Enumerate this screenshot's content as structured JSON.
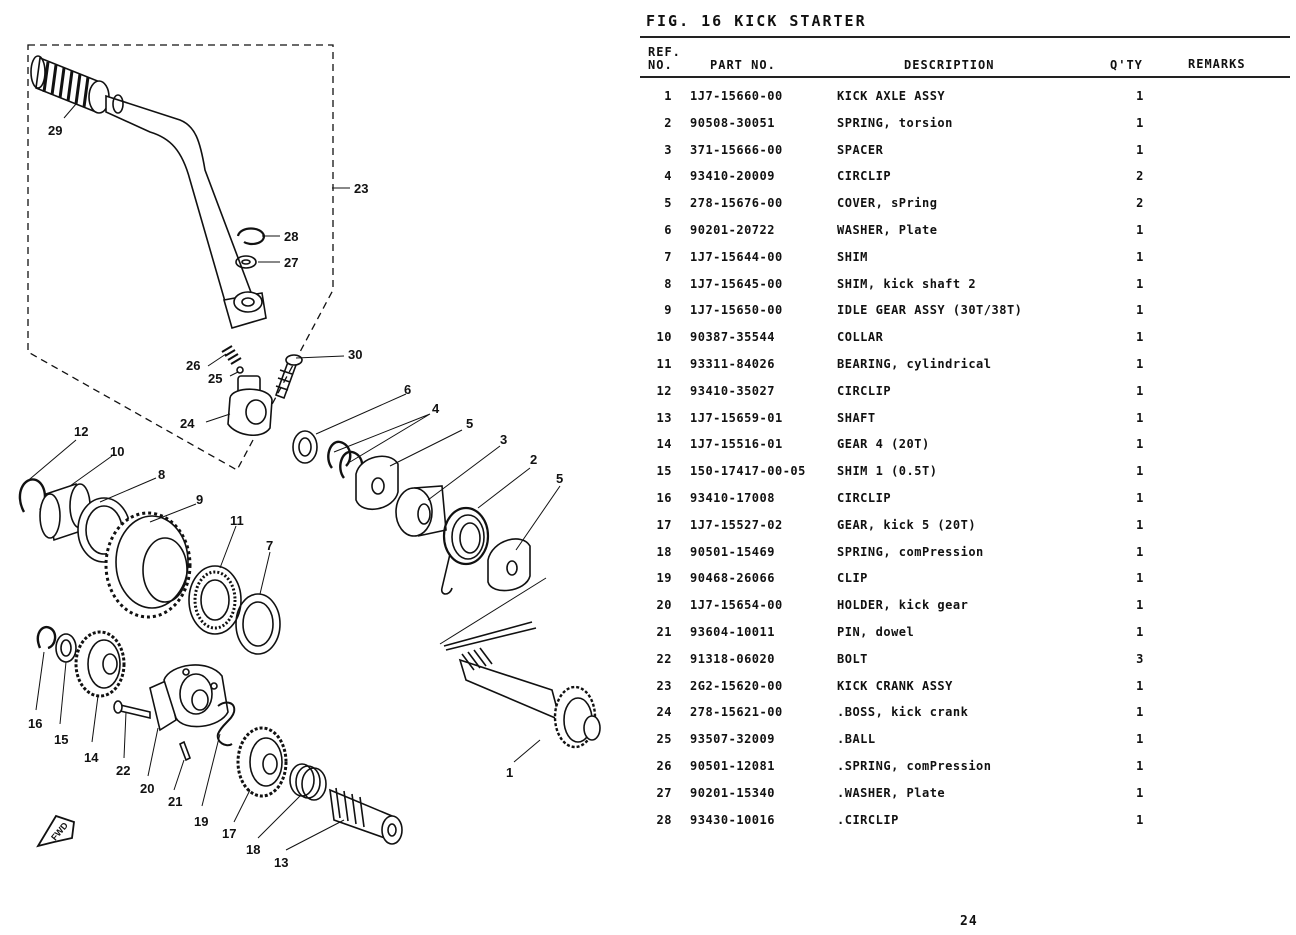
{
  "figure": {
    "title": "FIG. 16  KICK STARTER"
  },
  "table": {
    "headers": {
      "ref": "REF.\nNO.",
      "part": "PART NO.",
      "description": "DESCRIPTION",
      "qty": "Q'TY",
      "remarks": "REMARKS"
    },
    "rows": [
      {
        "ref": "1",
        "part": "1J7-15660-00",
        "desc": "KICK AXLE ASSY",
        "qty": "1",
        "remarks": ""
      },
      {
        "ref": "2",
        "part": "90508-30051",
        "desc": "SPRING, torsion",
        "qty": "1",
        "remarks": ""
      },
      {
        "ref": "3",
        "part": "371-15666-00",
        "desc": "SPACER",
        "qty": "1",
        "remarks": ""
      },
      {
        "ref": "4",
        "part": "93410-20009",
        "desc": "CIRCLIP",
        "qty": "2",
        "remarks": ""
      },
      {
        "ref": "5",
        "part": "278-15676-00",
        "desc": "COVER, sPring",
        "qty": "2",
        "remarks": ""
      },
      {
        "ref": "6",
        "part": "90201-20722",
        "desc": "WASHER, Plate",
        "qty": "1",
        "remarks": ""
      },
      {
        "ref": "7",
        "part": "1J7-15644-00",
        "desc": "SHIM",
        "qty": "1",
        "remarks": ""
      },
      {
        "ref": "8",
        "part": "1J7-15645-00",
        "desc": "SHIM, kick shaft 2",
        "qty": "1",
        "remarks": ""
      },
      {
        "ref": "9",
        "part": "1J7-15650-00",
        "desc": "IDLE GEAR ASSY (30T/38T)",
        "qty": "1",
        "remarks": ""
      },
      {
        "ref": "10",
        "part": "90387-35544",
        "desc": "COLLAR",
        "qty": "1",
        "remarks": ""
      },
      {
        "ref": "11",
        "part": "93311-84026",
        "desc": "BEARING, cylindrical",
        "qty": "1",
        "remarks": ""
      },
      {
        "ref": "12",
        "part": "93410-35027",
        "desc": "CIRCLIP",
        "qty": "1",
        "remarks": ""
      },
      {
        "ref": "13",
        "part": "1J7-15659-01",
        "desc": "SHAFT",
        "qty": "1",
        "remarks": ""
      },
      {
        "ref": "14",
        "part": "1J7-15516-01",
        "desc": "GEAR 4 (20T)",
        "qty": "1",
        "remarks": ""
      },
      {
        "ref": "15",
        "part": "150-17417-00-05",
        "desc": "SHIM 1 (0.5T)",
        "qty": "1",
        "remarks": ""
      },
      {
        "ref": "16",
        "part": "93410-17008",
        "desc": "CIRCLIP",
        "qty": "1",
        "remarks": ""
      },
      {
        "ref": "17",
        "part": "1J7-15527-02",
        "desc": "GEAR, kick 5 (20T)",
        "qty": "1",
        "remarks": ""
      },
      {
        "ref": "18",
        "part": "90501-15469",
        "desc": "SPRING, comPression",
        "qty": "1",
        "remarks": ""
      },
      {
        "ref": "19",
        "part": "90468-26066",
        "desc": "CLIP",
        "qty": "1",
        "remarks": ""
      },
      {
        "ref": "20",
        "part": "1J7-15654-00",
        "desc": "HOLDER, kick gear",
        "qty": "1",
        "remarks": ""
      },
      {
        "ref": "21",
        "part": "93604-10011",
        "desc": "PIN, dowel",
        "qty": "1",
        "remarks": ""
      },
      {
        "ref": "22",
        "part": "91318-06020",
        "desc": "BOLT",
        "qty": "3",
        "remarks": ""
      },
      {
        "ref": "23",
        "part": "2G2-15620-00",
        "desc": "KICK CRANK ASSY",
        "qty": "1",
        "remarks": ""
      },
      {
        "ref": "24",
        "part": "278-15621-00",
        "desc": ".BOSS, kick crank",
        "qty": "1",
        "remarks": ""
      },
      {
        "ref": "25",
        "part": "93507-32009",
        "desc": ".BALL",
        "qty": "1",
        "remarks": ""
      },
      {
        "ref": "26",
        "part": "90501-12081",
        "desc": ".SPRING, comPression",
        "qty": "1",
        "remarks": ""
      },
      {
        "ref": "27",
        "part": "90201-15340",
        "desc": ".WASHER, Plate",
        "qty": "1",
        "remarks": ""
      },
      {
        "ref": "28",
        "part": "93430-10016",
        "desc": ".CIRCLIP",
        "qty": "1",
        "remarks": ""
      }
    ]
  },
  "diagram": {
    "callouts": [
      "29",
      "28",
      "27",
      "23",
      "26",
      "25",
      "30",
      "24",
      "6",
      "4",
      "5",
      "3",
      "2",
      "5",
      "12",
      "10",
      "8",
      "9",
      "11",
      "7",
      "16",
      "15",
      "14",
      "22",
      "20",
      "21",
      "19",
      "17",
      "18",
      "13",
      "1"
    ],
    "fwd_label": "FWD"
  },
  "footer": {
    "page_number": "24"
  }
}
